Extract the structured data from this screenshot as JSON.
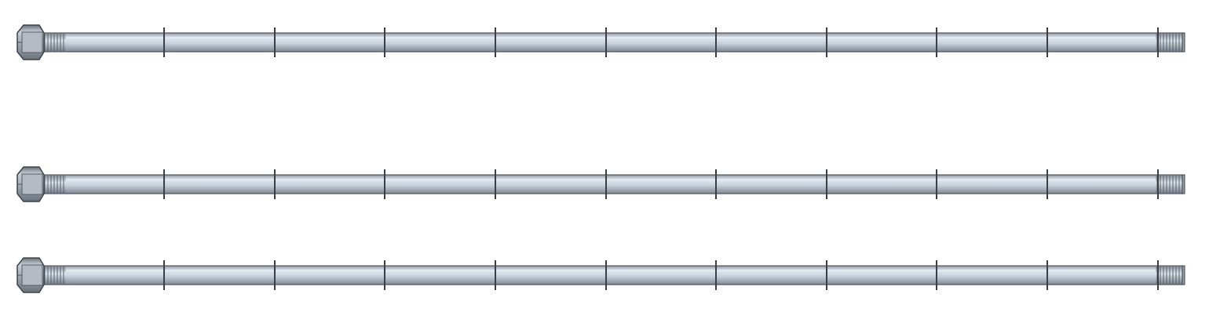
{
  "scene": {
    "subject": "threaded-rod-with-hex-nut",
    "rod_count": 3,
    "markers_per_rod": 10,
    "colors": {
      "background": "#ffffff",
      "rod_top": "#8f98a3",
      "rod_mid_light": "#dfe7ef",
      "rod_mid": "#c7d2dc",
      "rod_bottom": "#7f8893",
      "rod_outline": "#3a3f45",
      "marker": "#3b3f44",
      "nut_light": "#c9cfd6",
      "nut_mid": "#9aa2ac",
      "nut_dark": "#6a727c",
      "thread_groove": "#59616b"
    }
  }
}
